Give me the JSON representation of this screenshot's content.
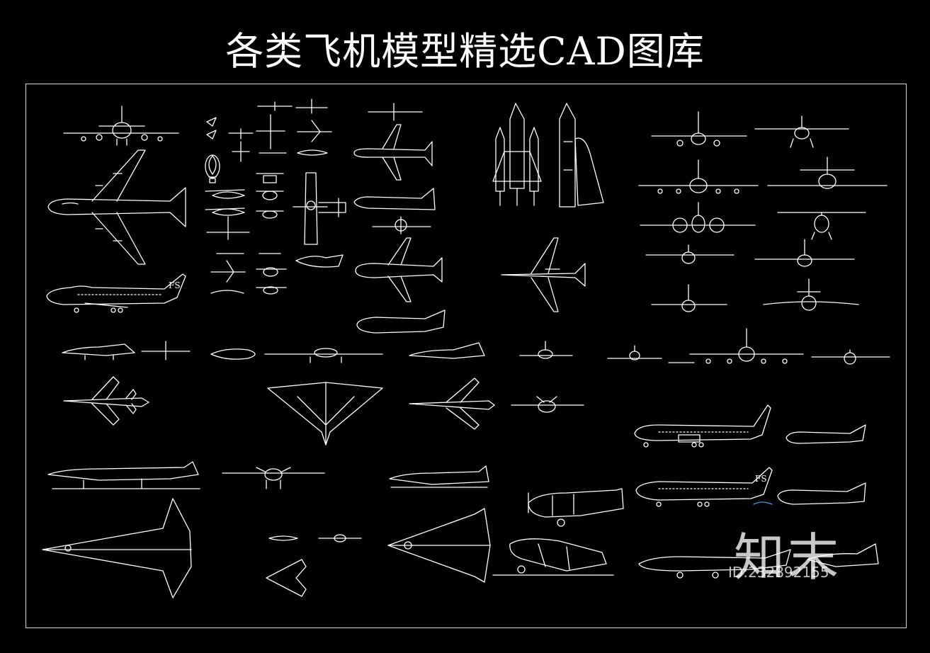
{
  "title": "各类飞机模型精选CAD图库",
  "watermark": {
    "logo": "知末",
    "id": "ID:232892155"
  },
  "tail_marks": {
    "plane_1": "FS",
    "plane_2": "FS"
  },
  "colors": {
    "background": "#000000",
    "lines": "#ffffff",
    "frame": "#d9d9d9",
    "accent": "#3aa0ff"
  },
  "drawing_items": [
    "airliner-front-view-icon",
    "jumbo-jet-top-view-icon",
    "jumbo-jet-side-view-icon",
    "small-aircraft-collection-icon",
    "helicopter-collection-icon",
    "hot-air-balloon-icon",
    "propeller-plane-top-view-icon",
    "jet-top-view-icon",
    "twin-jet-side-view-icon",
    "space-shuttle-front-icon",
    "space-shuttle-side-icon",
    "fighter-jet-top-view-icon",
    "stealth-bomber-icon",
    "delta-wing-jet-icon",
    "airliner-side-view-icon",
    "vintage-propeller-plane-icon",
    "twin-prop-front-view-icon",
    "cargo-plane-side-icon"
  ]
}
